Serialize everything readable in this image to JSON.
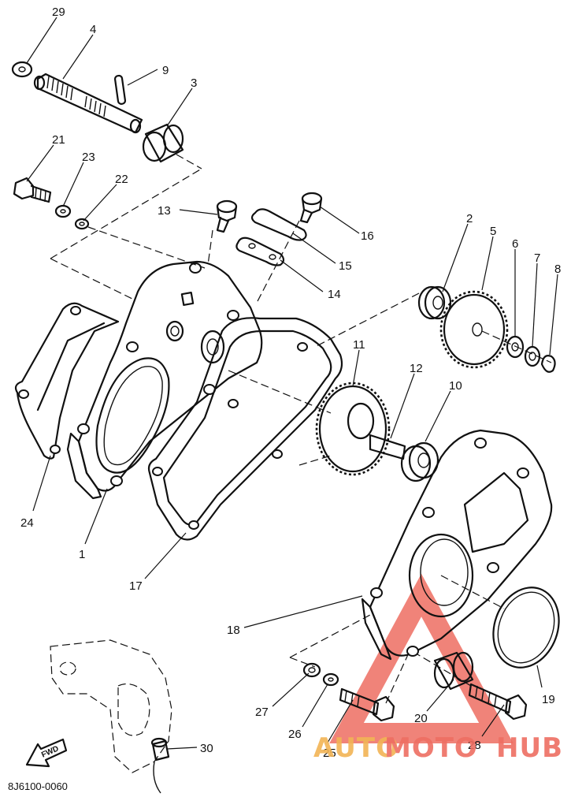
{
  "diagram_code": "8J6100-0060",
  "fwd_label": "FWD",
  "watermark": {
    "part1": "AUTO",
    "part2": "MOTO",
    "part3": "HUB",
    "color_main": "#ee6e62",
    "color_accent": "#f2b455"
  },
  "labels": {
    "p1": "1",
    "p2": "2",
    "p3": "3",
    "p4": "4",
    "p5": "5",
    "p6": "6",
    "p7": "7",
    "p8": "8",
    "p9": "9",
    "p10": "10",
    "p11": "11",
    "p12": "12",
    "p13": "13",
    "p14": "14",
    "p15": "15",
    "p16": "16",
    "p17": "17",
    "p18": "18",
    "p19": "19",
    "p20": "20",
    "p21": "21",
    "p22": "22",
    "p23": "23",
    "p24": "24",
    "p25": "25",
    "p26": "26",
    "p27": "27",
    "p28": "28",
    "p29": "29",
    "p30": "30"
  }
}
